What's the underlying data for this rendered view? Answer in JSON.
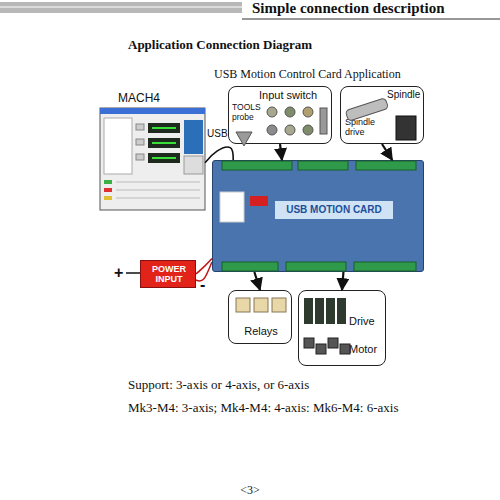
{
  "diagram": {
    "title": "Application Connection Diagram",
    "nodes": [
      {
        "text": [
          "MACH4"
        ]
      },
      {
        "text": [
          "Input switch",
          "TOOLS probe"
        ]
      },
      {
        "text": [
          "Spindle",
          "Spindle drive"
        ]
      },
      {
        "text": [
          "USB MOTION CARD"
        ]
      },
      {
        "text": [
          "POWER INPUT"
        ]
      },
      {
        "text": [
          "Relays"
        ]
      },
      {
        "text": [
          "Drive",
          "Motor"
        ]
      }
    ],
    "edges": [
      {
        "from": 3,
        "to": 0,
        "label": "USB",
        "arrow": "none"
      },
      {
        "from": 1,
        "to": 3,
        "arrow": "to"
      },
      {
        "from": 2,
        "to": 3,
        "arrow": "to"
      },
      {
        "from": 3,
        "to": 5,
        "arrow": "to"
      },
      {
        "from": 3,
        "to": 6,
        "arrow": "to"
      },
      {
        "from": 4,
        "to": 3,
        "arrow": "none"
      }
    ],
    "labels": [
      "Simple connection description",
      "USB Motion Control Card Application",
      "+",
      "-",
      "Support: 3-axis or 4-axis, or 6-axis",
      "Mk3-M4: 3-axis; Mk4-M4: 4-axis: Mk6-M4: 6-axis",
      "<3>"
    ]
  }
}
